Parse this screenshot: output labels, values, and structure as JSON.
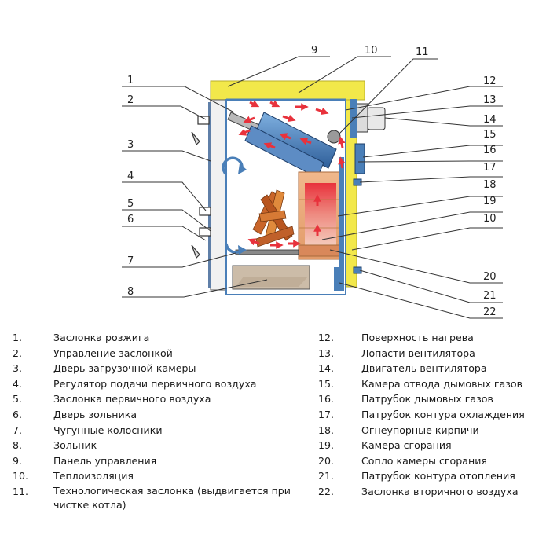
{
  "callouts": {
    "left": [
      "1",
      "2",
      "3",
      "4",
      "5",
      "6",
      "7",
      "8"
    ],
    "top": [
      "9",
      "10",
      "11"
    ],
    "right": [
      "12",
      "13",
      "14",
      "15",
      "16",
      "17",
      "18",
      "19",
      "10",
      "20",
      "21",
      "22"
    ]
  },
  "legend": {
    "left": [
      {
        "num": "1.",
        "text": "Заслонка розжига"
      },
      {
        "num": "2.",
        "text": "Управление заслонкой"
      },
      {
        "num": "3.",
        "text": "Дверь загрузочной камеры"
      },
      {
        "num": "4.",
        "text": "Регулятор подачи первичного воздуха"
      },
      {
        "num": "5.",
        "text": "Заслонка первичного воздуха"
      },
      {
        "num": "6.",
        "text": "Дверь зольника"
      },
      {
        "num": "7.",
        "text": "Чугунные колосники"
      },
      {
        "num": "8.",
        "text": "Зольник"
      },
      {
        "num": "9.",
        "text": "Панель управления"
      },
      {
        "num": "10.",
        "text": "Теплоизоляция"
      },
      {
        "num": "11.",
        "text": "Технологическая заслонка (выдвигается при чистке котла)"
      }
    ],
    "right": [
      {
        "num": "12.",
        "text": "Поверхность нагрева"
      },
      {
        "num": "13.",
        "text": "Лопасти вентилятора"
      },
      {
        "num": "14.",
        "text": "Двигатель вентилятора"
      },
      {
        "num": "15.",
        "text": "Камера отвода дымовых газов"
      },
      {
        "num": "16.",
        "text": "Патрубок дымовых газов"
      },
      {
        "num": "17.",
        "text": "Патрубок контура охлаждения"
      },
      {
        "num": "18.",
        "text": "Огнеупорные кирпичи"
      },
      {
        "num": "19.",
        "text": "Камера сгорания"
      },
      {
        "num": "20.",
        "text": "Сопло камеры сгорания"
      },
      {
        "num": "21.",
        "text": "Патрубок контура отопления"
      },
      {
        "num": "22.",
        "text": "Заслонка вторичного воздуха"
      }
    ]
  },
  "colors": {
    "insulation": "#f2e84a",
    "steel": "#4a7fb8",
    "fire": "#e8323c",
    "brick": "#e8a06a",
    "ash": "#c9b9a6",
    "lines": "#333333"
  }
}
